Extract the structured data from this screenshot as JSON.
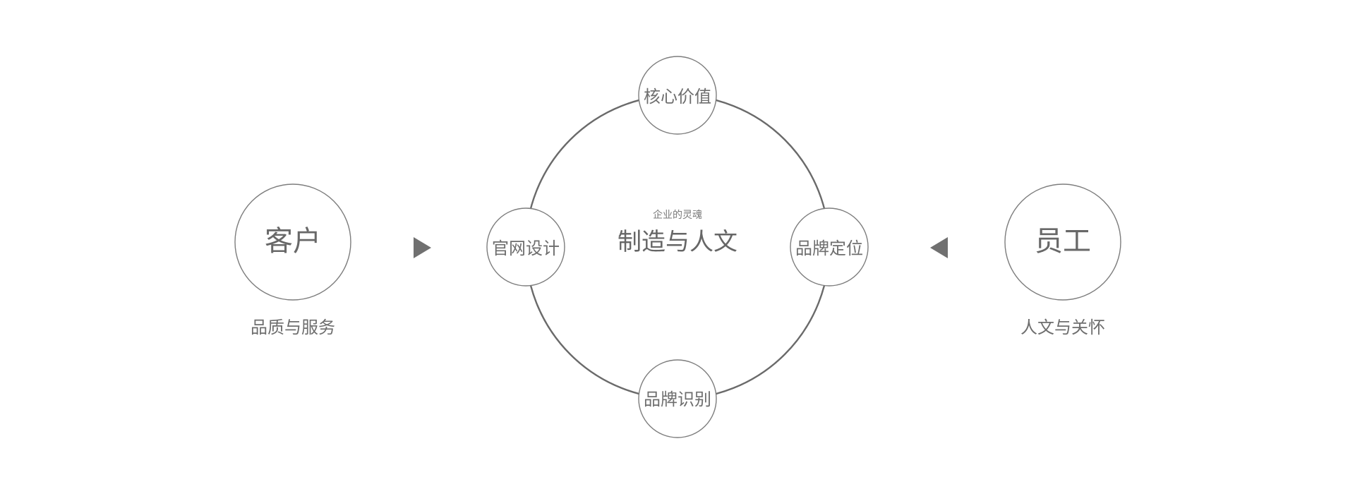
{
  "center": {
    "subtitle": "企业的灵魂",
    "title": "制造与人文"
  },
  "nodes": {
    "top": "核心价值",
    "left": "官网设计",
    "right": "品牌定位",
    "bottom": "品牌识别"
  },
  "left_side": {
    "title": "客户",
    "subtitle": "品质与服务"
  },
  "right_side": {
    "title": "员工",
    "subtitle": "人文与关怀"
  },
  "icons": {
    "left_arrow": "triangle-right-icon",
    "right_arrow": "triangle-left-icon"
  },
  "colors": {
    "line": "#6a6a6a",
    "text": "#6e6e6e",
    "arrow": "#707070"
  }
}
